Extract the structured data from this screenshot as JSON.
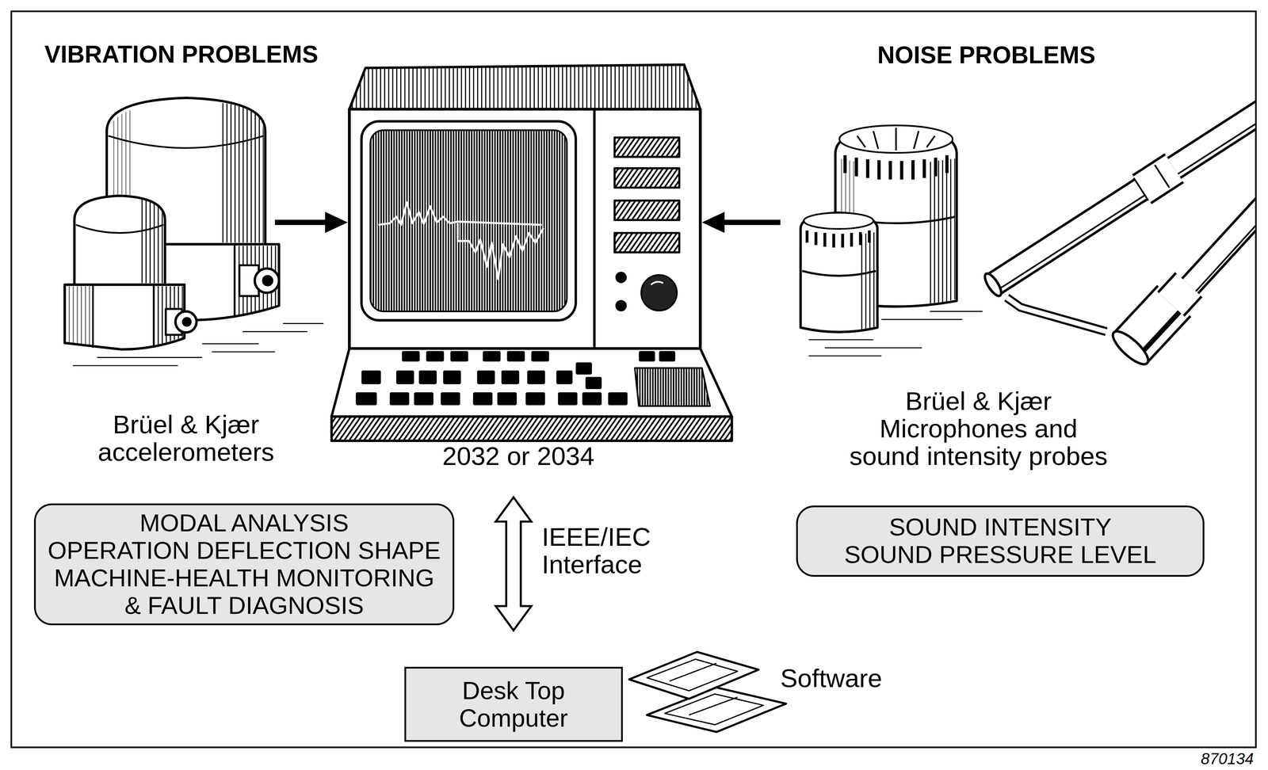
{
  "diagram": {
    "nodes": [
      {
        "text": [
          "Brüel & Kjær accelerometers"
        ]
      },
      {
        "text": [
          "2032 or 2034"
        ]
      },
      {
        "text": [
          "Brüel & Kjær Microphones and sound intensity probes"
        ]
      },
      {
        "text": [
          "MODAL ANALYSIS",
          "OPERATION DEFLECTION SHAPE",
          "MACHINE-HEALTH MONITORING & FAULT DIAGNOSIS"
        ]
      },
      {
        "text": [
          "SOUND INTENSITY",
          "SOUND PRESSURE LEVEL"
        ]
      },
      {
        "text": [
          "Desk Top Computer"
        ]
      }
    ],
    "edges": [
      {
        "from": 0,
        "to": 1,
        "arrow": "to"
      },
      {
        "from": 2,
        "to": 1,
        "arrow": "to"
      },
      {
        "from": 1,
        "to": 5,
        "label": "IEEE/IEC Interface",
        "arrow": "both"
      }
    ],
    "labels": [
      "VIBRATION PROBLEMS",
      "NOISE PROBLEMS",
      "Software",
      "870134"
    ]
  }
}
